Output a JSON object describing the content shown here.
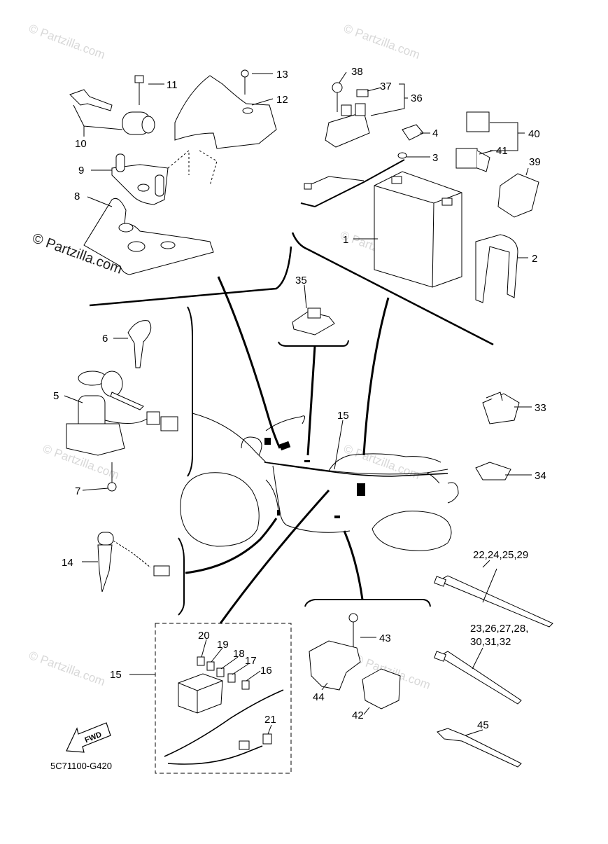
{
  "diagram_code": "5C71100-G420",
  "fwd_label": "FWD",
  "watermark_text": "© Partzilla.com",
  "parts": {
    "p1": "1",
    "p2": "2",
    "p3": "3",
    "p4": "4",
    "p5": "5",
    "p6": "6",
    "p7": "7",
    "p8": "8",
    "p9": "9",
    "p10": "10",
    "p11": "11",
    "p12": "12",
    "p13": "13",
    "p14": "14",
    "p15a": "15",
    "p15b": "15",
    "p16": "16",
    "p17": "17",
    "p18": "18",
    "p19": "19",
    "p20": "20",
    "p21": "21",
    "p33": "33",
    "p34": "34",
    "p35": "35",
    "p36": "36",
    "p37": "37",
    "p38": "38",
    "p39": "39",
    "p40": "40",
    "p41": "41",
    "p42": "42",
    "p43": "43",
    "p44": "44",
    "p45": "45",
    "ties_a": "22,24,25,29",
    "ties_b1": "23,26,27,28,",
    "ties_b2": "30,31,32"
  }
}
